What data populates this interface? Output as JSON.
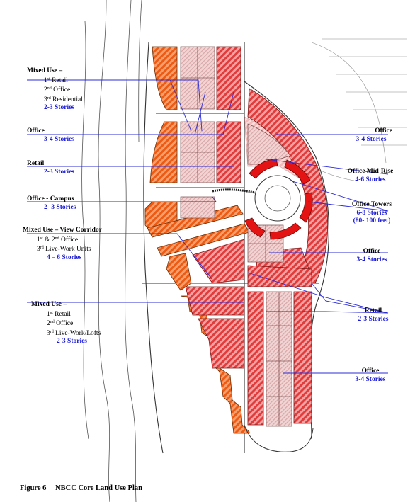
{
  "colors": {
    "orange_hatch": "#ee5a12",
    "red_hatch": "#e23b3b",
    "pink_blocks": "#e9c2c2",
    "solid_red": "#e51414",
    "leader_line": "#2b2bd6",
    "road_line": "#333333"
  },
  "labels": {
    "mixed_use_1": {
      "title": "Mixed Use –",
      "lines": [
        {
          "num": "1",
          "sup": "st",
          "text": " Retail"
        },
        {
          "num": "2",
          "sup": "nd",
          "text": " Office"
        },
        {
          "num": "3",
          "sup": "rd",
          "text": " Residential"
        }
      ],
      "stories": "2-3 Stories"
    },
    "office_left": {
      "title": "Office",
      "stories": "3-4 Stories"
    },
    "retail_left": {
      "title": "Retail",
      "stories": "2-3 Stories"
    },
    "office_campus": {
      "title": "Office - Campus",
      "stories": "2 -3 Stories"
    },
    "mixed_view": {
      "title": "Mixed Use – View Corridor",
      "line1": {
        "a": "1",
        "a_sup": "st",
        "mid": " & 2",
        "b_sup": "nd",
        "text": " Office"
      },
      "line2": {
        "num": "3",
        "sup": "rd",
        "text": " Live-Work Units"
      },
      "stories": "4 – 6 Stories"
    },
    "mixed_use_2": {
      "title": "Mixed Use –",
      "lines": [
        {
          "num": "1",
          "sup": "st",
          "text": " Retail"
        },
        {
          "num": "2",
          "sup": "nd",
          "text": " Office"
        },
        {
          "num": "3",
          "sup": "rd",
          "text": " Live-Work/Lofts"
        }
      ],
      "stories": "2-3 Stories"
    },
    "office_right_top": {
      "title": "Office",
      "stories": "3-4 Stories"
    },
    "office_midrise": {
      "title": "Office Mid-Rise",
      "stories": "4-6 Stories"
    },
    "office_towers": {
      "title": "Office Towers",
      "stories": "6-8 Stories",
      "extra": "(80- 100 feet)"
    },
    "office_right_mid": {
      "title": "Office",
      "stories": "3-4 Stories"
    },
    "retail_right": {
      "title": "Retail",
      "stories": "2-3 Stories"
    },
    "office_right_bottom": {
      "title": "Office",
      "stories": "3-4 Stories"
    }
  },
  "caption": {
    "figure": "Figure 6",
    "title": "NBCC Core Land Use Plan"
  }
}
